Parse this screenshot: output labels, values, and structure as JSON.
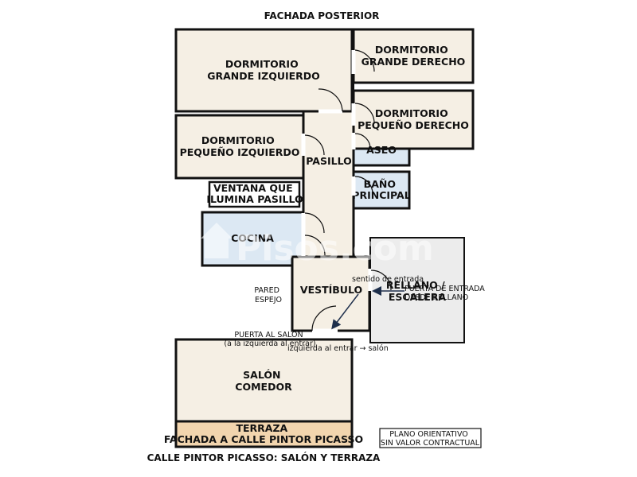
{
  "titles": {
    "top": "FACHADA POSTERIOR",
    "bottom": "CALLE PINTOR PICASSO: SALÓN Y TERRAZA"
  },
  "rooms": {
    "dormitorio_grande_izquierdo": [
      "DORMITORIO",
      "GRANDE IZQUIERDO"
    ],
    "dormitorio_grande_derecho": [
      "DORMITORIO",
      "GRANDE DERECHO"
    ],
    "dormitorio_pequeno_derecho": [
      "DORMITORIO",
      "PEQUEÑO DERECHO"
    ],
    "dormitorio_pequeno_izquierdo": [
      "DORMITORIO",
      "PEQUEÑO IZQUIERDO"
    ],
    "pasillo": "PASILLO",
    "aseo": "ASEO",
    "bano_principal": [
      "BAÑO",
      "PRINCIPAL"
    ],
    "ventana": [
      "VENTANA QUE",
      "ILUMINA PASILLO"
    ],
    "cocina": "COCINA",
    "vestibulo": "VESTÍBULO",
    "rellano": [
      "RELLANO /",
      "ESCALERA"
    ],
    "salon": [
      "SALÓN",
      "COMEDOR"
    ],
    "terraza": [
      "TERRAZA",
      "FACHADA A CALLE PINTOR PICASSO"
    ]
  },
  "notes": {
    "pared_espejo": [
      "PARED",
      "ESPEJO"
    ],
    "sentido_entrada": "sentido de entrada",
    "puerta_entrada": [
      "PUERTA DE ENTRADA",
      "DESDE RELLANO"
    ],
    "puerta_salon": [
      "PUERTA AL SALÓN",
      "(a la izquierda al entrar)"
    ],
    "izquierda_salon": "izquierda al entrar → salón",
    "disclaimer": [
      "PLANO ORIENTATIVO",
      "SIN VALOR CONTRACTUAL"
    ]
  },
  "watermark": "Pisos.com",
  "colors": {
    "beige": "#f5efe4",
    "blue": "#dce8f3",
    "grey": "#ececec",
    "terraza": "#f2d5ae",
    "arrow": "#1e2f4c"
  }
}
